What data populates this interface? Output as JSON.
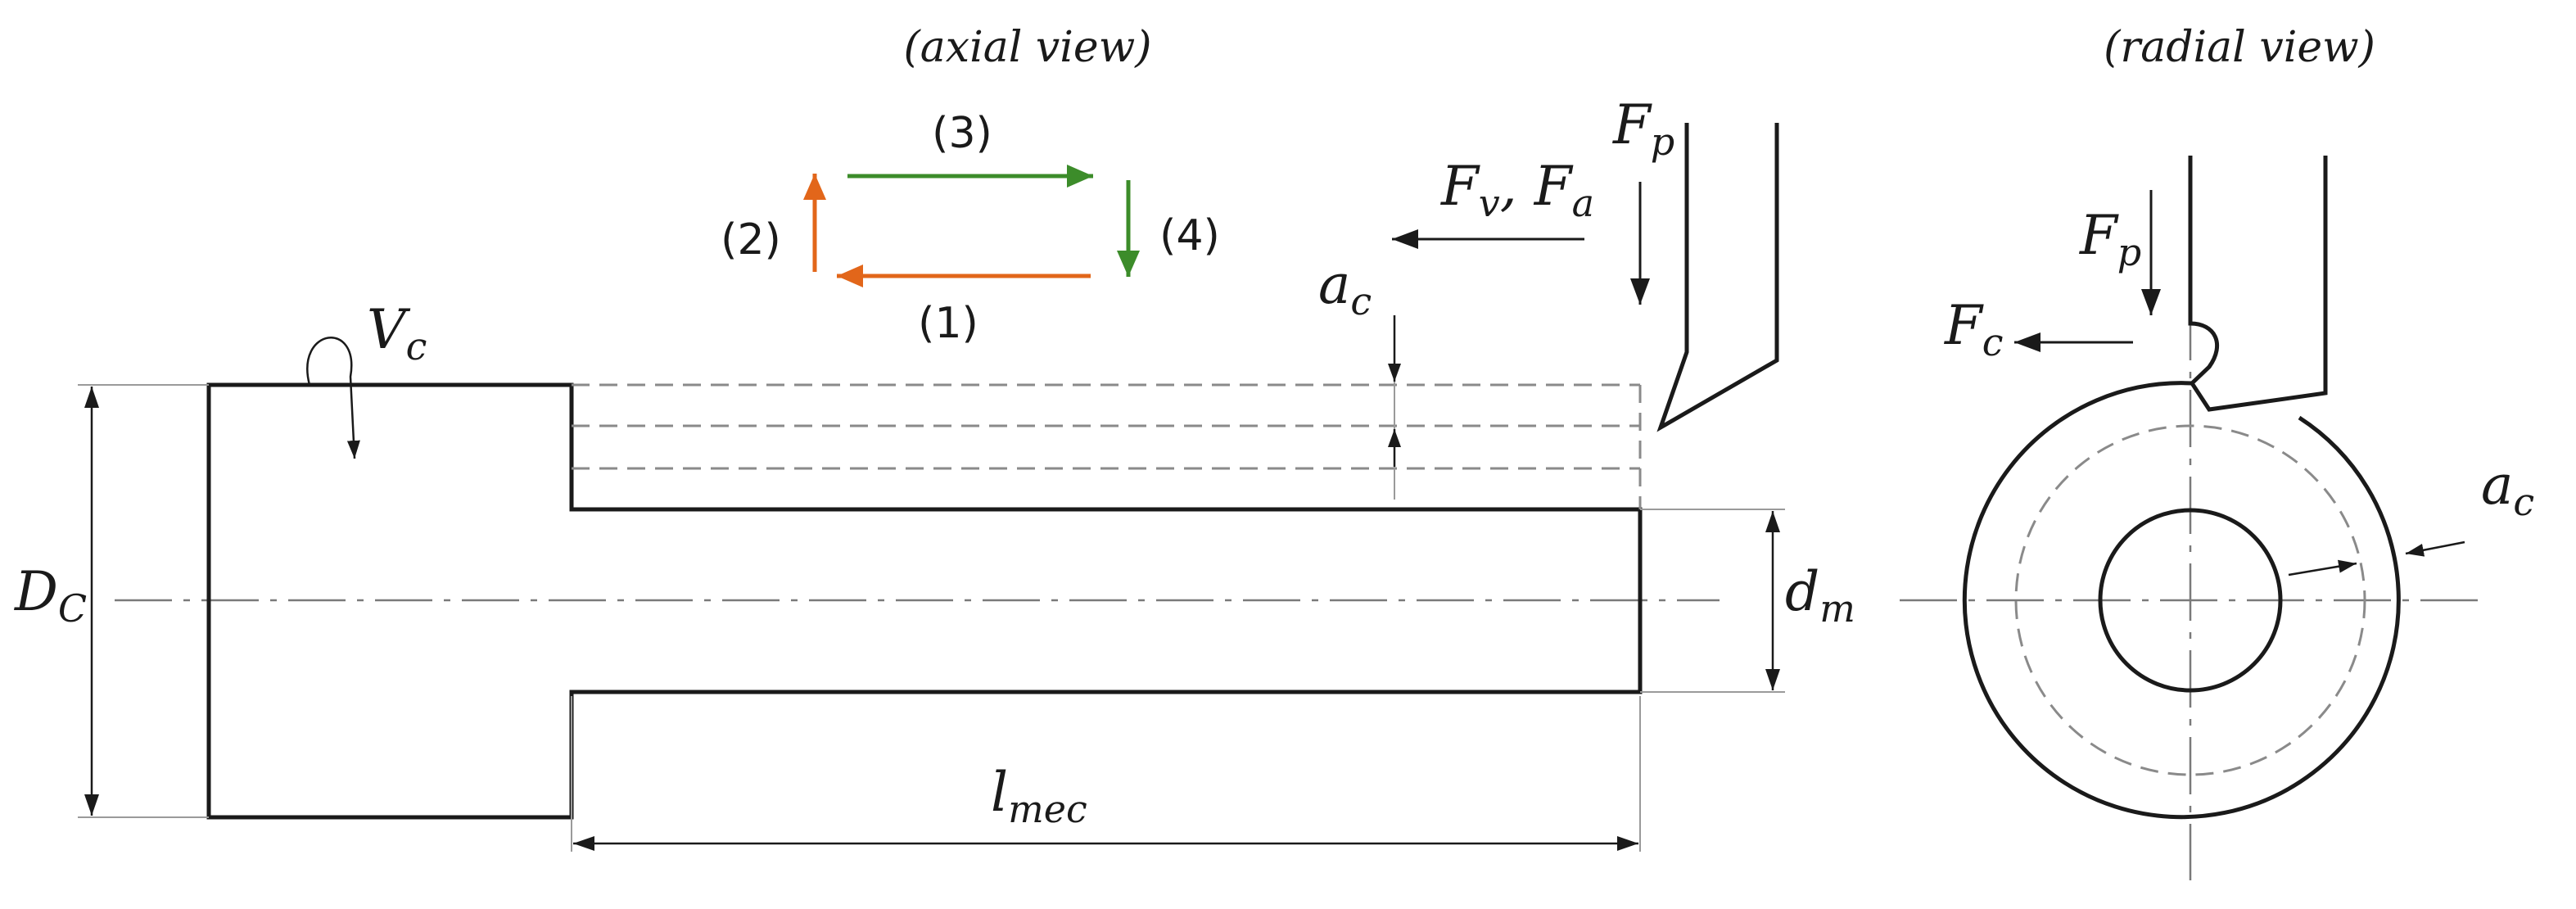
{
  "titles": {
    "axial": "(axial view)",
    "radial": "(radial view)"
  },
  "labels": {
    "Dc": {
      "main": "D",
      "sub": "C"
    },
    "Vc": {
      "main": "V",
      "sub": "c"
    },
    "lmec": {
      "main": "l",
      "sub": "mec"
    },
    "dm": {
      "main": "d",
      "sub": "m"
    },
    "ac_axial": {
      "main": "a",
      "sub": "c"
    },
    "ac_radial": {
      "main": "a",
      "sub": "c"
    },
    "Fp_axial": {
      "main": "F",
      "sub": "p"
    },
    "Fp_radial": {
      "main": "F",
      "sub": "p"
    },
    "Fc_radial": {
      "main": "F",
      "sub": "c"
    },
    "FvFa": {
      "main1": "F",
      "sub1": "v",
      "sep": ", ",
      "main2": "F",
      "sub2": "a"
    }
  },
  "path_steps": {
    "step1": "(1)",
    "step2": "(2)",
    "step3": "(3)",
    "step4": "(4)"
  },
  "colors": {
    "stroke": "#1a1a1a",
    "orange": "#e2661a",
    "green": "#3c8c2a",
    "dashed": "#8a8a8a",
    "dimension": "#9a9a9a"
  }
}
